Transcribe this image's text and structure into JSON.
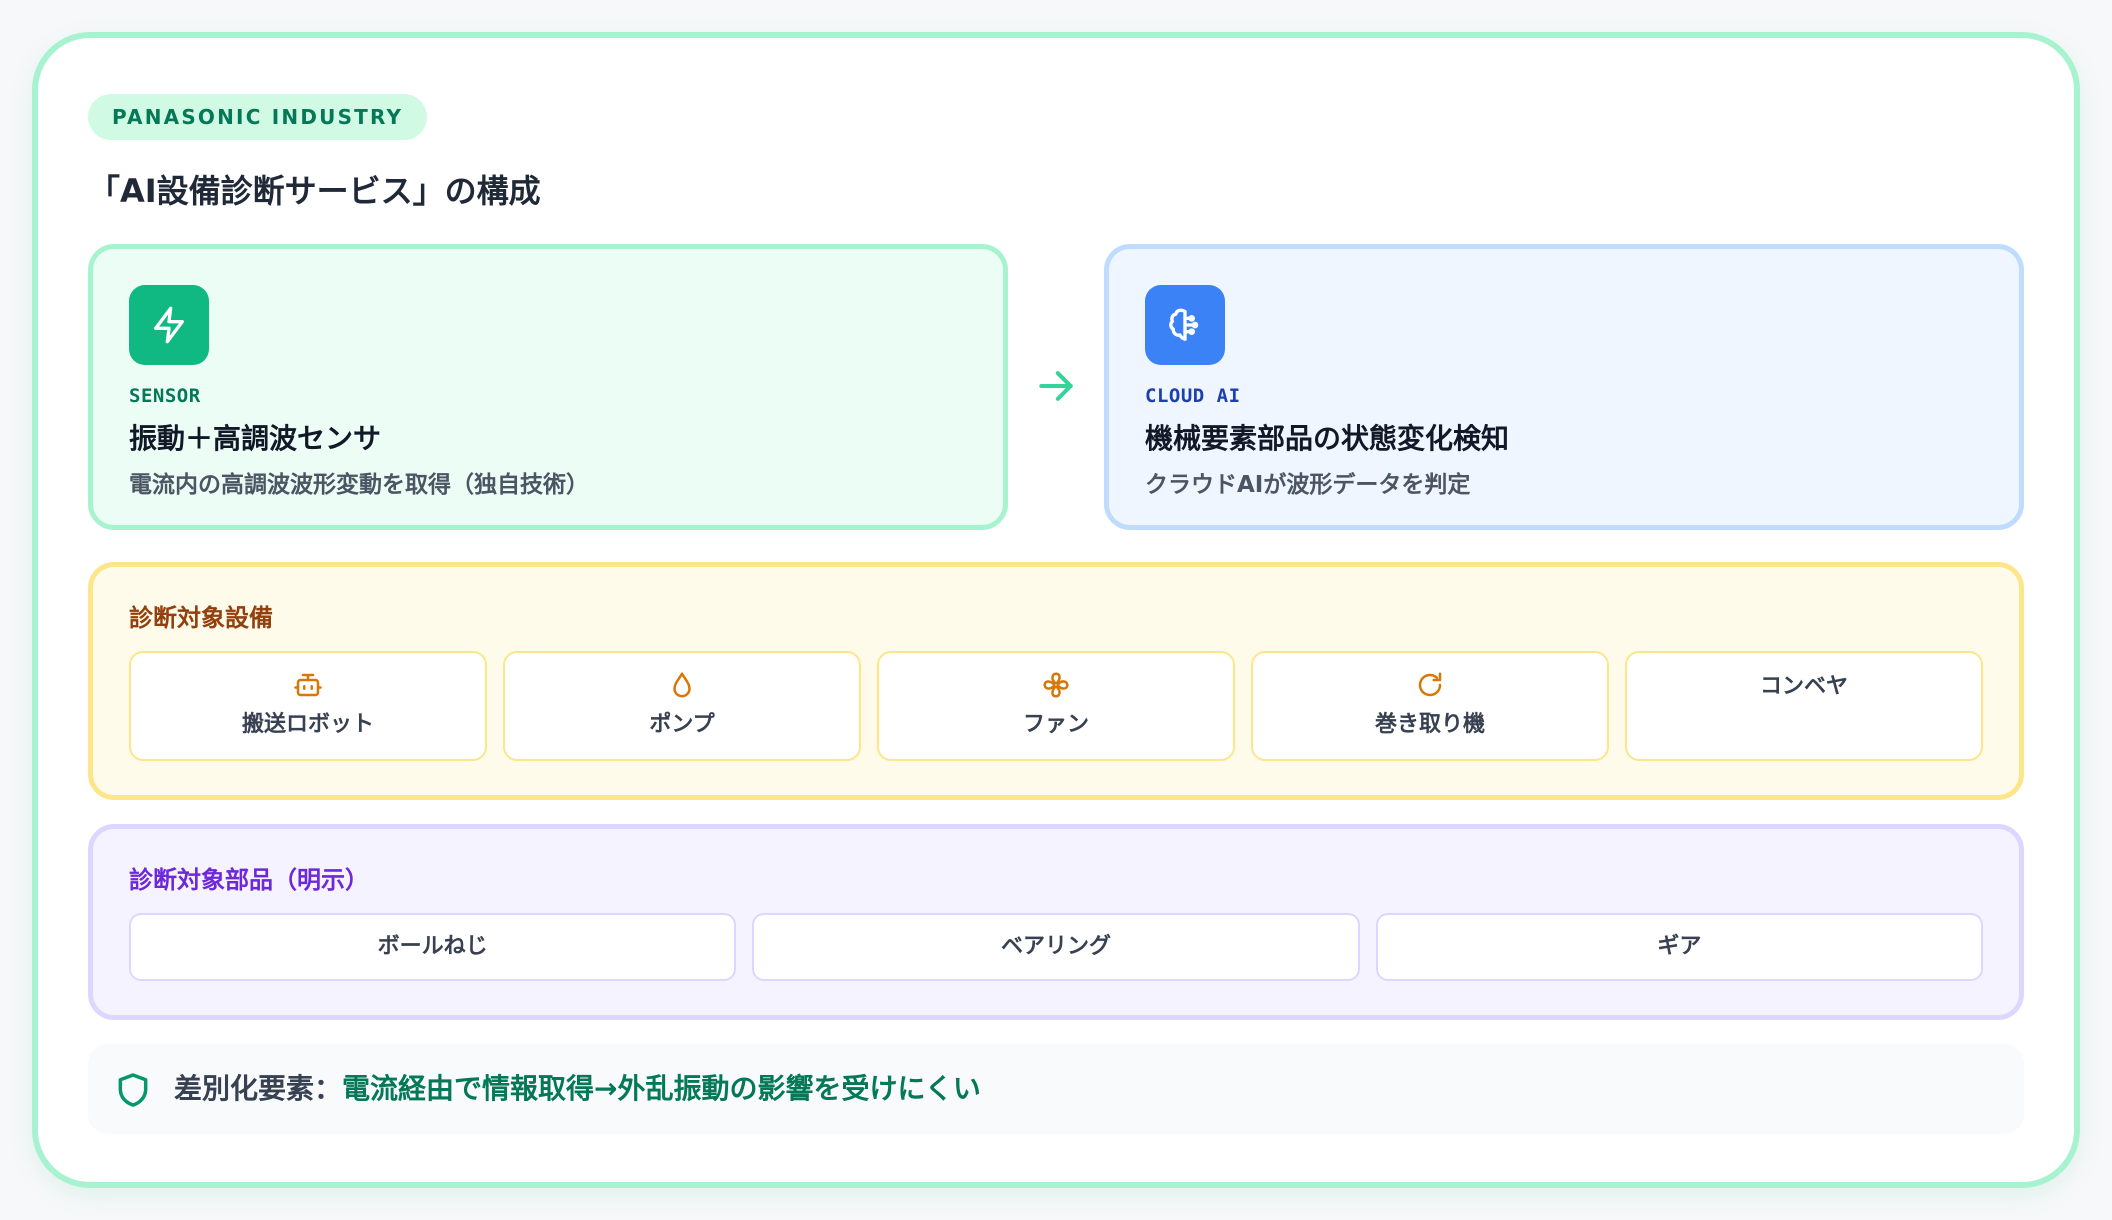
{
  "badge": "PANASONIC INDUSTRY",
  "page_title": "「AI設備診断サービス」の構成",
  "flow": {
    "sensor": {
      "icon": "lightning-icon",
      "kicker": "SENSOR",
      "title": "振動＋高調波センサ",
      "desc": "電流内の高調波波形変動を取得（独自技術）"
    },
    "arrow_icon": "arrow-right-icon",
    "cloud": {
      "icon": "brain-icon",
      "kicker": "CLOUD AI",
      "title": "機械要素部品の状態変化検知",
      "desc": "クラウドAIが波形データを判定"
    }
  },
  "equipment": {
    "title": "診断対象設備",
    "items": [
      {
        "label": "搬送ロボット",
        "icon": "robot-icon"
      },
      {
        "label": "ポンプ",
        "icon": "droplet-icon"
      },
      {
        "label": "ファン",
        "icon": "fan-icon"
      },
      {
        "label": "巻き取り機",
        "icon": "rotate-icon"
      },
      {
        "label": "コンベヤ",
        "icon": ""
      }
    ]
  },
  "parts": {
    "title": "診断対象部品（明示）",
    "items": [
      "ボールねじ",
      "ベアリング",
      "ギア"
    ]
  },
  "differentiator": {
    "icon": "shield-icon",
    "label": "差別化要素：",
    "value": "電流経由で情報取得→外乱振動の影響を受けにくい"
  },
  "colors": {
    "accent_green": "#10b981",
    "accent_blue": "#3b82f6",
    "amber": "#d97706",
    "violet": "#6d28d9"
  }
}
